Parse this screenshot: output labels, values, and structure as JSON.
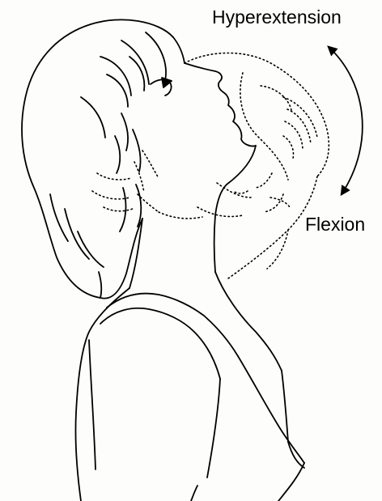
{
  "diagram": {
    "labels": {
      "hyperextension": "Hyperextension",
      "flexion": "Flexion"
    },
    "colors": {
      "line": "#000000",
      "background": "#fdfdfb"
    },
    "icons": {
      "motion_arrow": "double-headed-curved-arrow"
    }
  }
}
